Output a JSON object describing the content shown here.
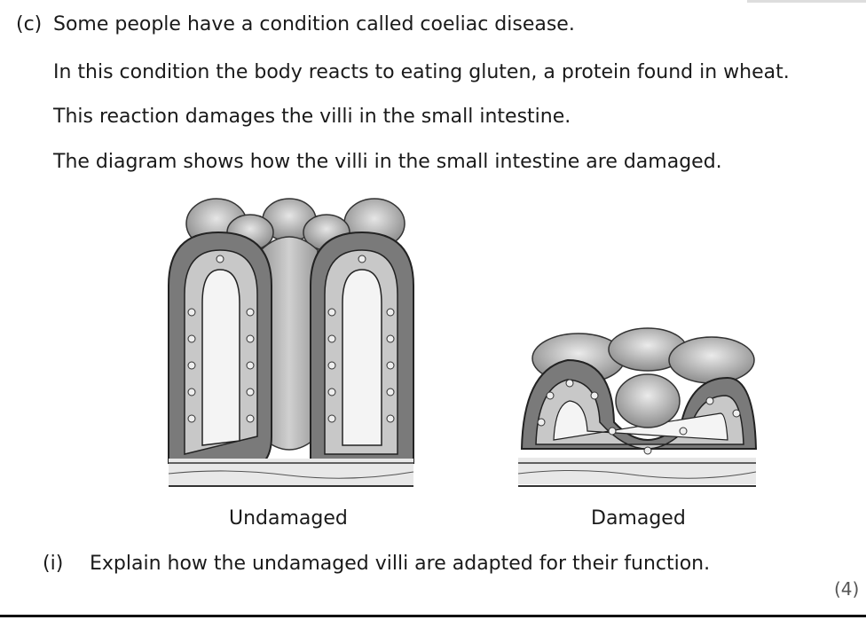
{
  "question": {
    "part_label": "(c)",
    "intro": "Some people have a condition called coeliac disease.",
    "para1": "In this condition the body reacts to eating gluten, a protein found in wheat.",
    "para2": "This reaction damages the villi in the small intestine.",
    "para3": "The diagram shows how the villi in the small intestine are damaged."
  },
  "diagram": {
    "left_caption": "Undamaged",
    "right_caption": "Damaged"
  },
  "subquestion": {
    "label": "(i)",
    "text": "Explain how the undamaged villi are adapted for their function.",
    "marks": "(4)"
  }
}
